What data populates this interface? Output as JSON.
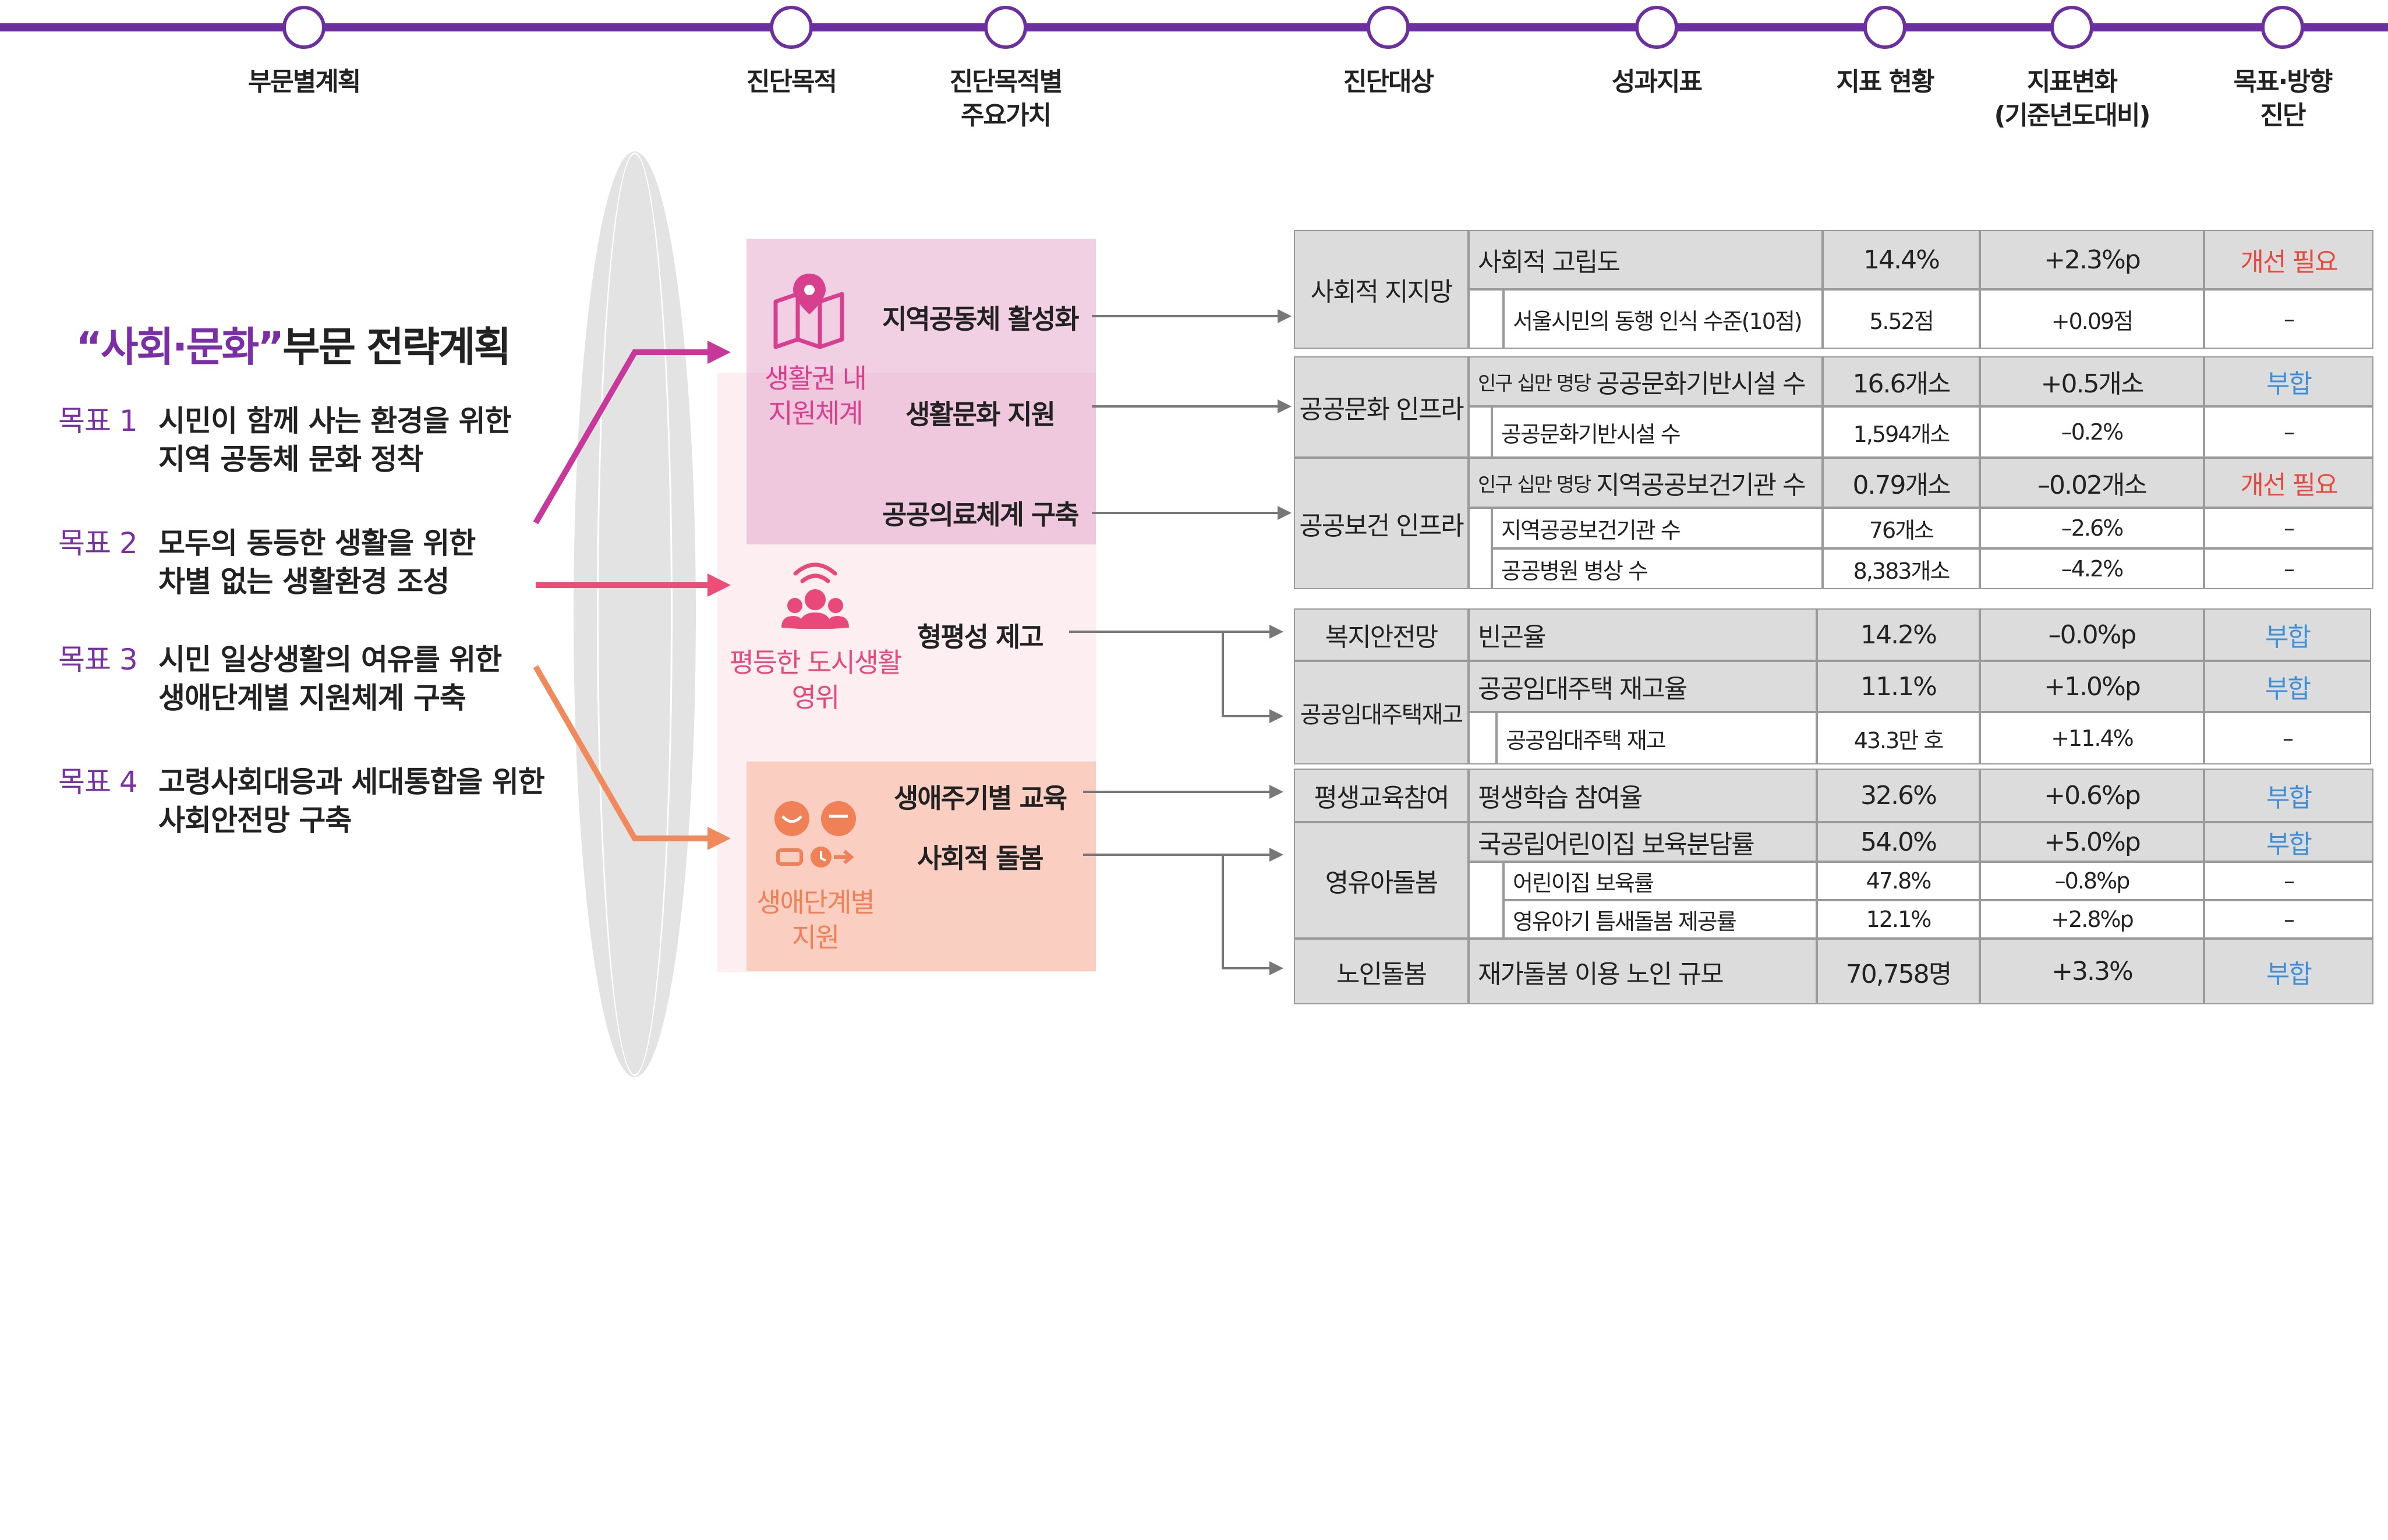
{
  "timeline": [
    {
      "label": "부문별계획"
    },
    {
      "label": "진단목적"
    },
    {
      "label": "진단목적별\n주요가치"
    },
    {
      "label": "진단대상"
    },
    {
      "label": "성과지표"
    },
    {
      "label": "지표 현황"
    },
    {
      "label": "지표변화\n(기준년도대비)"
    },
    {
      "label": "목표·방향\n진단"
    }
  ],
  "plan": {
    "title_open": "“사회·문화”",
    "title_rest": "부문 전략계획",
    "goals": [
      {
        "label": "목표 1",
        "text": "시민이 함께 사는 환경을 위한\n지역 공동체 문화 정착"
      },
      {
        "label": "목표 2",
        "text": "모두의 동등한 생활을 위한\n차별 없는 생활환경 조성"
      },
      {
        "label": "목표 3",
        "text": "시민 일상생활의 여유를 위한\n생애단계별 지원체계 구축"
      },
      {
        "label": "목표 4",
        "text": "고령사회대응과 세대통합을 위한\n사회안전망 구축"
      }
    ]
  },
  "themes": [
    {
      "label": "생활권 내\n지원체계",
      "icon": "map-pin-icon",
      "color": "#d8408f",
      "items": [
        "지역공동체 활성화",
        "생활문화 지원",
        "공공의료체계 구축"
      ]
    },
    {
      "label": "평등한 도시생활\n영위",
      "icon": "people-wifi-icon",
      "color": "#e8497a",
      "items": [
        "형평성 제고"
      ]
    },
    {
      "label": "생애단계별\n지원",
      "icon": "lifecycle-icon",
      "color": "#f08055",
      "items": [
        "생애주기별 교육",
        "사회적 돌봄"
      ]
    }
  ],
  "colors": {
    "purple": "#6b2fa0",
    "need": "#e8493e",
    "ok": "#3f8fd8"
  },
  "table": {
    "g1": {
      "rows": [
        {
          "target": "사회적 지지망",
          "indicator": "사회적 고립도",
          "value": "14.4%",
          "change": "+2.3%p",
          "diag": "개선 필요"
        },
        {
          "target": "",
          "indicator": "서울시민의 동행 인식 수준(10점)",
          "value": "5.52점",
          "change": "+0.09점",
          "diag": "–"
        }
      ]
    },
    "g2": {
      "rows": [
        {
          "target": "공공문화 인프라",
          "prefix": "인구 십만 명당",
          "indicator": "공공문화기반시설 수",
          "value": "16.6개소",
          "change": "+0.5개소",
          "diag": "부합"
        },
        {
          "target": "",
          "indicator": "공공문화기반시설 수",
          "value": "1,594개소",
          "change": "–0.2%",
          "diag": "–"
        },
        {
          "target": "공공보건 인프라",
          "prefix": "인구 십만 명당",
          "indicator": "지역공공보건기관 수",
          "value": "0.79개소",
          "change": "–0.02개소",
          "diag": "개선 필요"
        },
        {
          "target": "",
          "indicator": "지역공공보건기관 수",
          "value": "76개소",
          "change": "–2.6%",
          "diag": "–"
        },
        {
          "target": "",
          "indicator": "공공병원 병상 수",
          "value": "8,383개소",
          "change": "–4.2%",
          "diag": "–"
        }
      ]
    },
    "g3": {
      "rows": [
        {
          "target": "복지안전망",
          "indicator": "빈곤율",
          "value": "14.2%",
          "change": "–0.0%p",
          "diag": "부합"
        },
        {
          "target": "공공임대주택재고",
          "indicator": "공공임대주택 재고율",
          "value": "11.1%",
          "change": "+1.0%p",
          "diag": "부합"
        },
        {
          "target": "",
          "indicator": "공공임대주택 재고",
          "value": "43.3만 호",
          "change": "+11.4%",
          "diag": "–"
        }
      ]
    },
    "g4": {
      "rows": [
        {
          "target": "평생교육참여",
          "indicator": "평생학습 참여율",
          "value": "32.6%",
          "change": "+0.6%p",
          "diag": "부합"
        },
        {
          "target": "영유아돌봄",
          "indicator": "국공립어린이집 보육분담률",
          "value": "54.0%",
          "change": "+5.0%p",
          "diag": "부합"
        },
        {
          "target": "",
          "indicator": "어린이집 보육률",
          "value": "47.8%",
          "change": "–0.8%p",
          "diag": "–"
        },
        {
          "target": "",
          "indicator": "영유아기 틈새돌봄 제공률",
          "value": "12.1%",
          "change": "+2.8%p",
          "diag": "–"
        },
        {
          "target": "노인돌봄",
          "indicator": "재가돌봄 이용 노인 규모",
          "value": "70,758명",
          "change": "+3.3%",
          "diag": "부합"
        }
      ]
    }
  }
}
